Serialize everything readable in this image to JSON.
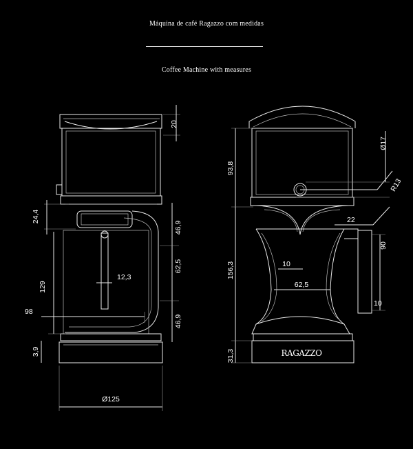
{
  "header": {
    "title_pt": "Máquina de café Ragazzo com medidas",
    "title_en": "Coffee Machine with measures"
  },
  "brand": "RAGAZZO",
  "front_view": {
    "dims": {
      "top_20": "20",
      "d24_4": "24,4",
      "d46_9_top": "46,9",
      "d62_5": "62,5",
      "d129": "129",
      "d12_3": "12,3",
      "d98": "98",
      "d46_9_bottom": "46,9",
      "d3_9": "3,9",
      "d125": "Ø125"
    }
  },
  "side_view": {
    "dims": {
      "d93_8": "93,8",
      "d17": "Ø17",
      "r13": "R13",
      "d22": "22",
      "d90": "90",
      "d10_small": "10",
      "d156_3": "156,3",
      "d62_5": "62,5",
      "d10_right": "10",
      "d31_3": "31,3"
    }
  }
}
